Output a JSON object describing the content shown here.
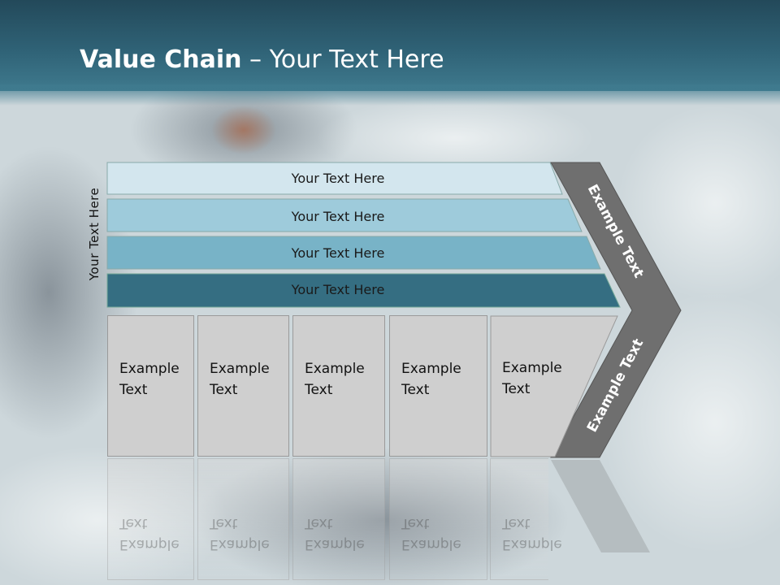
{
  "title": {
    "bold": "Value Chain",
    "rest": " – Your Text Here"
  },
  "vertical_label": "Your Text Here",
  "bars": [
    {
      "label": "Your Text Here",
      "color": "#d3e6ee"
    },
    {
      "label": "Your Text Here",
      "color": "#9ecbdb"
    },
    {
      "label": "Your Text Here",
      "color": "#78b3c7"
    },
    {
      "label": "Your Text Here",
      "color": "#356e82"
    }
  ],
  "boxes": [
    {
      "label": "Example\nText"
    },
    {
      "label": "Example\nText"
    },
    {
      "label": "Example\nText"
    },
    {
      "label": "Example\nText"
    },
    {
      "label": "Example\nText"
    }
  ],
  "chevron": {
    "top_label": "Example Text",
    "bottom_label": "Example Text",
    "color": "#6f6f6f"
  }
}
